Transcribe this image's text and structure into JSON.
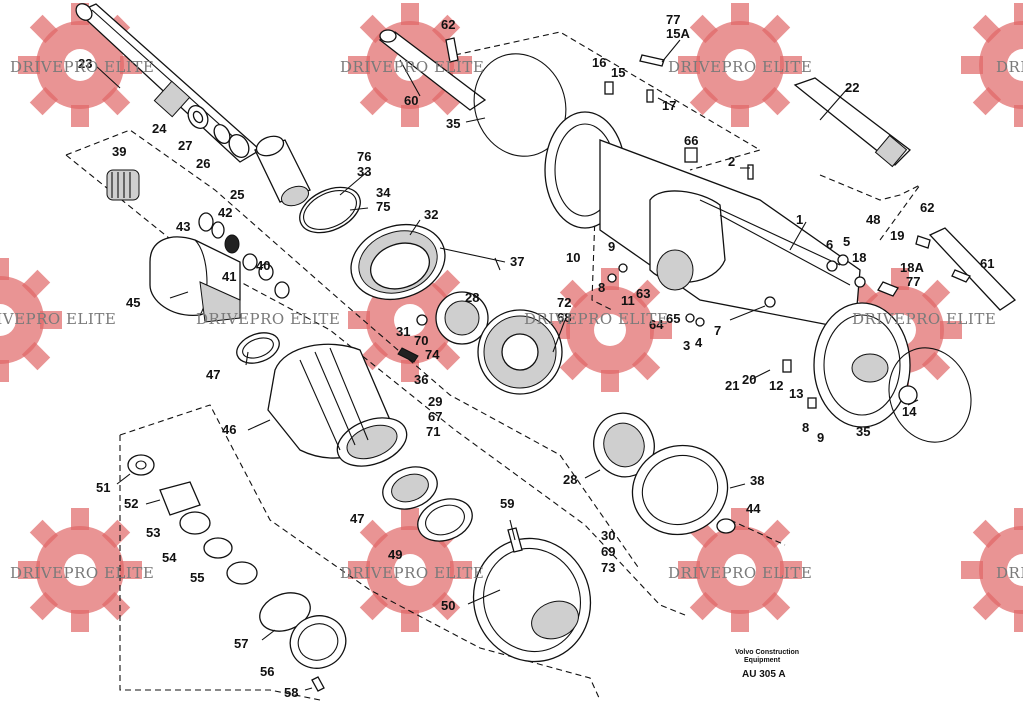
{
  "watermark": {
    "text": "DRIVEPRO ELITE",
    "color": "#e06767"
  },
  "caption": {
    "line1": "Volvo Construction",
    "line2": "Equipment",
    "code": "AU 305 A"
  },
  "part_labels": [
    "23",
    "62",
    "60",
    "35",
    "77",
    "15A",
    "16",
    "15",
    "17",
    "22",
    "24",
    "27",
    "26",
    "25",
    "76",
    "33",
    "34",
    "75",
    "39",
    "43",
    "42",
    "41",
    "40",
    "45",
    "32",
    "37",
    "66",
    "2",
    "1",
    "48",
    "6",
    "5",
    "19",
    "62",
    "18",
    "18A",
    "61",
    "77",
    "9",
    "10",
    "8",
    "11",
    "63",
    "64",
    "65",
    "3",
    "4",
    "7",
    "72",
    "68",
    "31",
    "70",
    "74",
    "36",
    "28",
    "47",
    "46",
    "29",
    "67",
    "71",
    "21",
    "20",
    "12",
    "13",
    "8",
    "9",
    "14",
    "35",
    "51",
    "52",
    "53",
    "54",
    "55",
    "28",
    "38",
    "30",
    "69",
    "73",
    "44",
    "47",
    "49",
    "59",
    "50",
    "57",
    "56",
    "58"
  ]
}
